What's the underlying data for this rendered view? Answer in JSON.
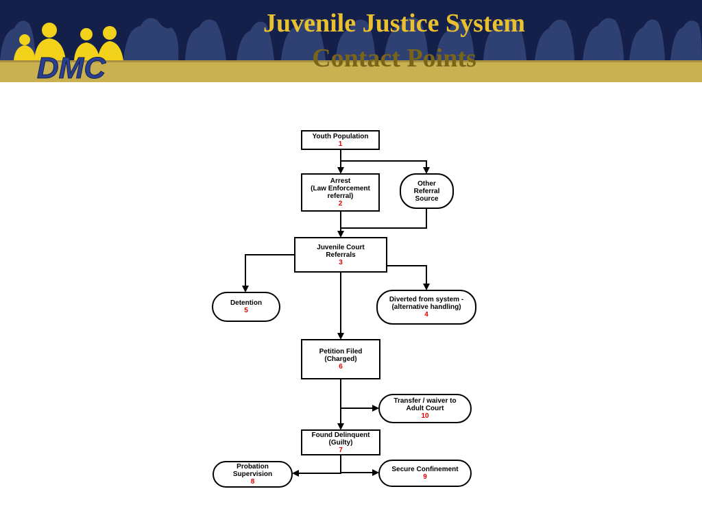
{
  "header": {
    "title_line_1": "Juvenile Justice System",
    "title_line_2": "Contact Points",
    "logo_text": "DMC",
    "colors": {
      "banner_dark": "#14204a",
      "banner_gold": "#c9b050",
      "title_gold": "#e8c030",
      "logo_yellow": "#f2d21a",
      "logo_blue": "#2a3f8f"
    }
  },
  "diagram": {
    "nodes": {
      "youth": {
        "label": "Youth Population",
        "number": "1"
      },
      "arrest": {
        "label": "Arrest\n(Law Enforcement\nreferral)",
        "number": "2"
      },
      "other": {
        "label": "Other\nReferral\nSource",
        "number": ""
      },
      "court": {
        "label": "Juvenile Court\nReferrals",
        "number": "3"
      },
      "detention": {
        "label": "Detention",
        "number": "5"
      },
      "diverted": {
        "label": "Diverted from system -\n(alternative handling)",
        "number": "4"
      },
      "petition": {
        "label": "Petition Filed\n(Charged)",
        "number": "6"
      },
      "transfer": {
        "label": "Transfer / waiver to\nAdult Court",
        "number": "10"
      },
      "delinquent": {
        "label": "Found Delinquent\n(Guilty)",
        "number": "7"
      },
      "probation": {
        "label": "Probation\nSupervision",
        "number": "8"
      },
      "confinement": {
        "label": "Secure Confinement",
        "number": "9"
      }
    },
    "colors": {
      "number_red": "#e00000",
      "line": "#000000"
    }
  }
}
